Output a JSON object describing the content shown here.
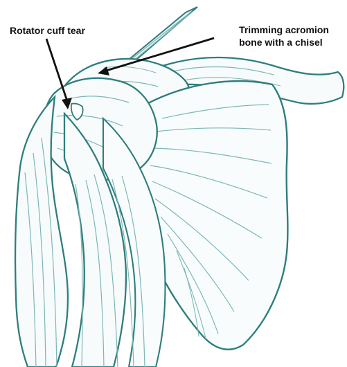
{
  "labels": {
    "rotator_cuff_tear": "Rotator cuff tear",
    "acromion_line_1": "Trimming acromion",
    "acromion_line_2": "bone with a chisel"
  },
  "colors": {
    "ink": "#2f7d7d",
    "ink_light": "#7fb6b6",
    "paper": "#ffffff",
    "text": "#111111"
  }
}
